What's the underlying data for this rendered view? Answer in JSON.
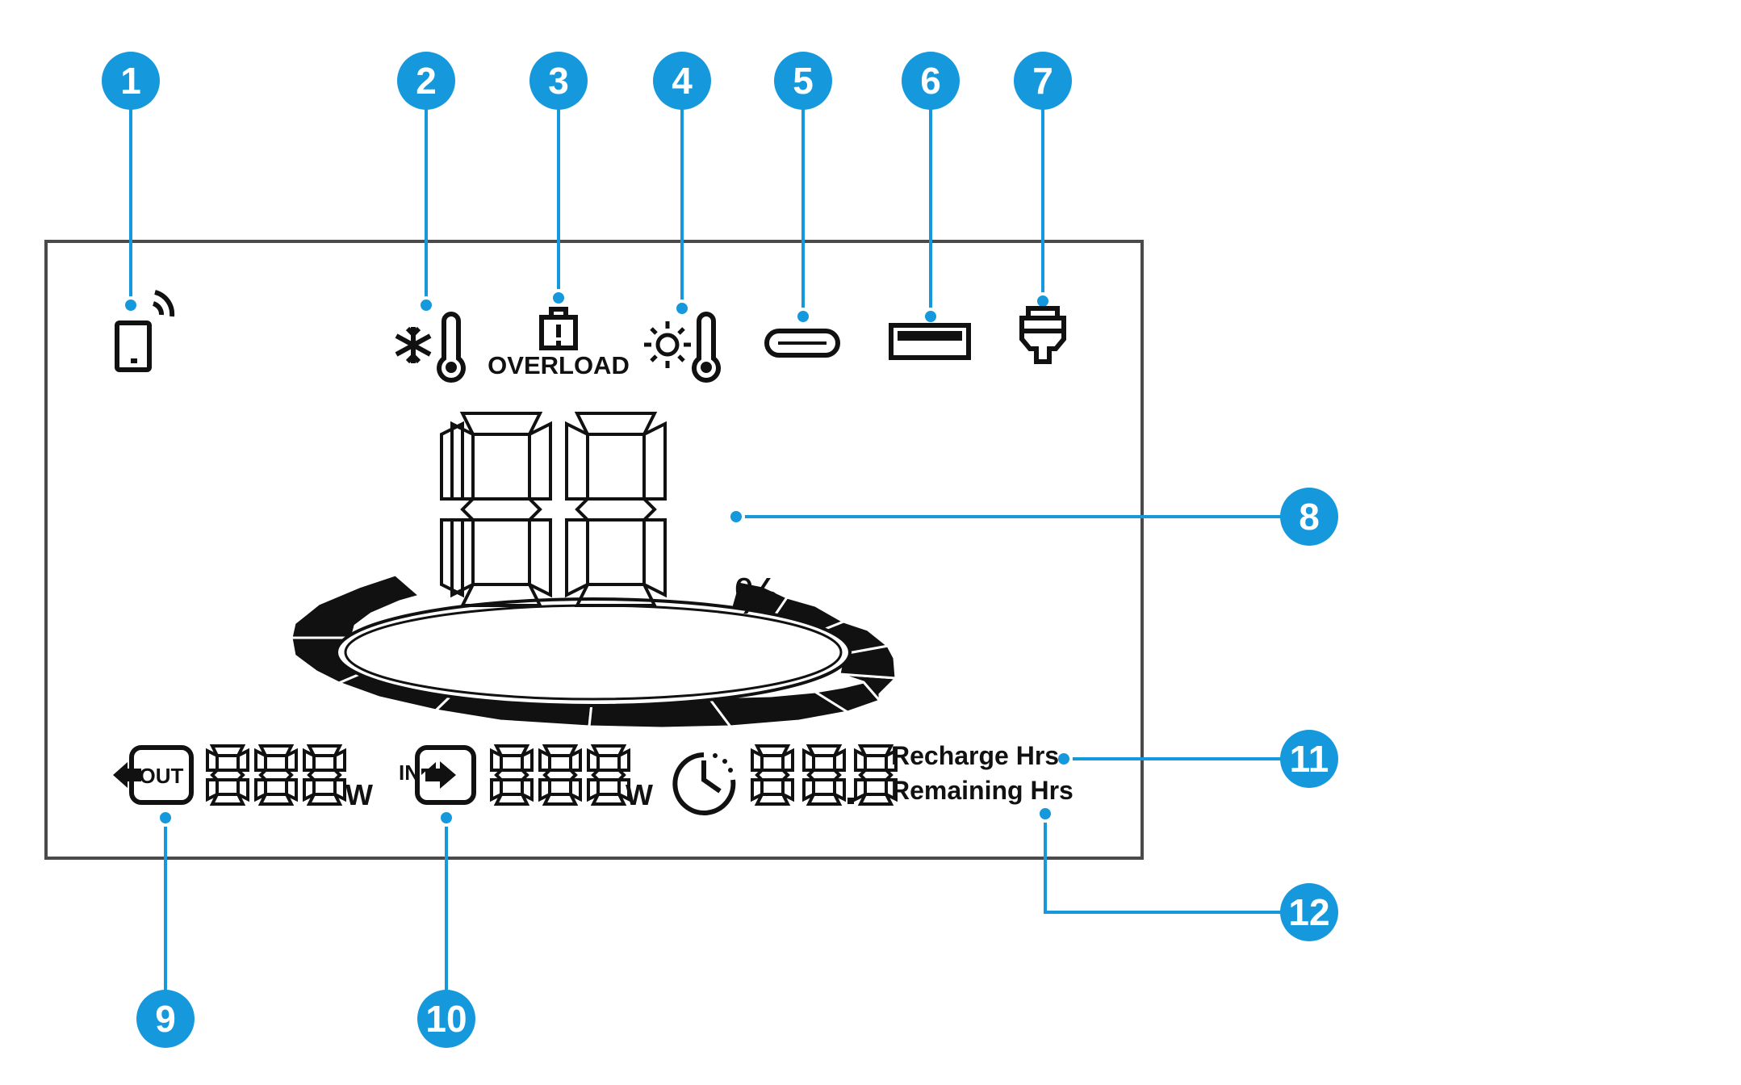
{
  "display": {
    "battery_percent": "188",
    "percent_unit": "%",
    "output_watts": "888",
    "input_watts": "888",
    "time_hours": "88.8",
    "watt_unit": "W",
    "overload_label": "OVERLOAD",
    "out_label": "OUT",
    "in_label": "IN",
    "recharge_label": "Recharge Hrs",
    "remaining_label": "Remaining Hrs",
    "battery_ring_segments_lit": 12,
    "battery_ring_segments_total": 12
  },
  "callouts": [
    {
      "number": "1",
      "icon": "phone-signal-icon"
    },
    {
      "number": "2",
      "icon": "low-temperature-icon"
    },
    {
      "number": "3",
      "icon": "overload-icon"
    },
    {
      "number": "4",
      "icon": "high-temperature-icon"
    },
    {
      "number": "5",
      "icon": "usb-c-icon"
    },
    {
      "number": "6",
      "icon": "usb-a-icon"
    },
    {
      "number": "7",
      "icon": "car-outlet-icon"
    },
    {
      "number": "8",
      "icon": "battery-percentage"
    },
    {
      "number": "9",
      "icon": "output-power"
    },
    {
      "number": "10",
      "icon": "input-power"
    },
    {
      "number": "11",
      "icon": "recharge-hours"
    },
    {
      "number": "12",
      "icon": "remaining-hours"
    }
  ],
  "colors": {
    "accent": "#1598dc",
    "lcd": "#111111",
    "frame": "#444444"
  }
}
